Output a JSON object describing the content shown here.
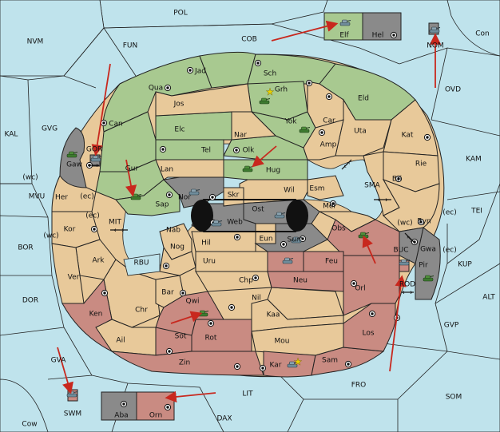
{
  "map": {
    "sea_color": "#bfe3ec",
    "land_color": "#e8c99a",
    "green_owner_color": "#a8c990",
    "red_owner_color": "#c98b82",
    "grey_owner_color": "#8a8a8a",
    "arrow_color": "#c8281e",
    "sea_labels": {
      "POL": "POL",
      "NVM": "NVM",
      "FUN": "FUN",
      "COB": "COB",
      "NOM": "NOM",
      "Con": "Con",
      "OVD": "OVD",
      "KAL": "KAL",
      "GVG": "GVG",
      "MVU": "MVU",
      "BOR": "BOR",
      "DOR": "DOR",
      "GVA": "GVA",
      "SWM": "SWM",
      "Cow": "Cow",
      "DAX": "DAX",
      "LIT": "LIT",
      "FRO": "FRO",
      "SOM": "SOM",
      "GVP": "GVP",
      "ALT": "ALT",
      "KUP": "KUP",
      "TEI": "TEI",
      "KAM": "KAM",
      "SMA": "SMA",
      "MIT": "MIT",
      "RBU": "RBU",
      "BUC": "BUC",
      "ROD": "ROD",
      "GOR": "GOR"
    },
    "land_labels": {
      "Jad": "Jad",
      "Sch": "Sch",
      "Qua": "Qua",
      "Jos": "Jos",
      "Grh": "Grh",
      "Eld": "Eld",
      "Can": "Can",
      "Yok": "Yok",
      "Car": "Car",
      "Uta": "Uta",
      "Elc": "Elc",
      "Nar": "Nar",
      "Kat": "Kat",
      "Tel": "Tel",
      "Olk": "Olk",
      "Amp": "Amp",
      "Gaw": "Gaw",
      "Gur": "Gur",
      "Lan": "Lan",
      "Hug": "Hug",
      "Rie": "Rie",
      "Bri": "Bri",
      "Wil": "Wil",
      "Esm": "Esm",
      "Her": "Her",
      "Nor": "Nor",
      "Skr": "Skr",
      "Ost": "Ost",
      "Sap": "Sap",
      "Web": "Web",
      "Mel": "Mel",
      "Byn": "Byn",
      "Kor": "Kor",
      "Nab": "Nab",
      "Obs": "Obs",
      "Eun": "Eun",
      "Gwa": "Gwa",
      "Hil": "Hil",
      "Sun": "Sun",
      "Nog": "Nog",
      "Ark": "Ark",
      "Pir": "Pir",
      "Uru": "Uru",
      "Feu": "Feu",
      "Ver": "Ver",
      "Chp": "Chp",
      "Neu": "Neu",
      "Bar": "Bar",
      "Orl": "Orl",
      "Qwi": "Qwi",
      "Nil": "Nil",
      "Ken": "Ken",
      "Chr": "Chr",
      "Kaa": "Kaa",
      "Sot": "Sot",
      "Rot": "Rot",
      "Los": "Los",
      "Ail": "Ail",
      "Mou": "Mou",
      "Zin": "Zin",
      "Sam": "Sam",
      "Kar": "Kar",
      "Elf": "Elf",
      "Hel": "Hel",
      "Aba": "Aba",
      "Orn": "Orn"
    },
    "coast_tags": {
      "wc": "(wc)",
      "ec": "(ec)"
    }
  }
}
